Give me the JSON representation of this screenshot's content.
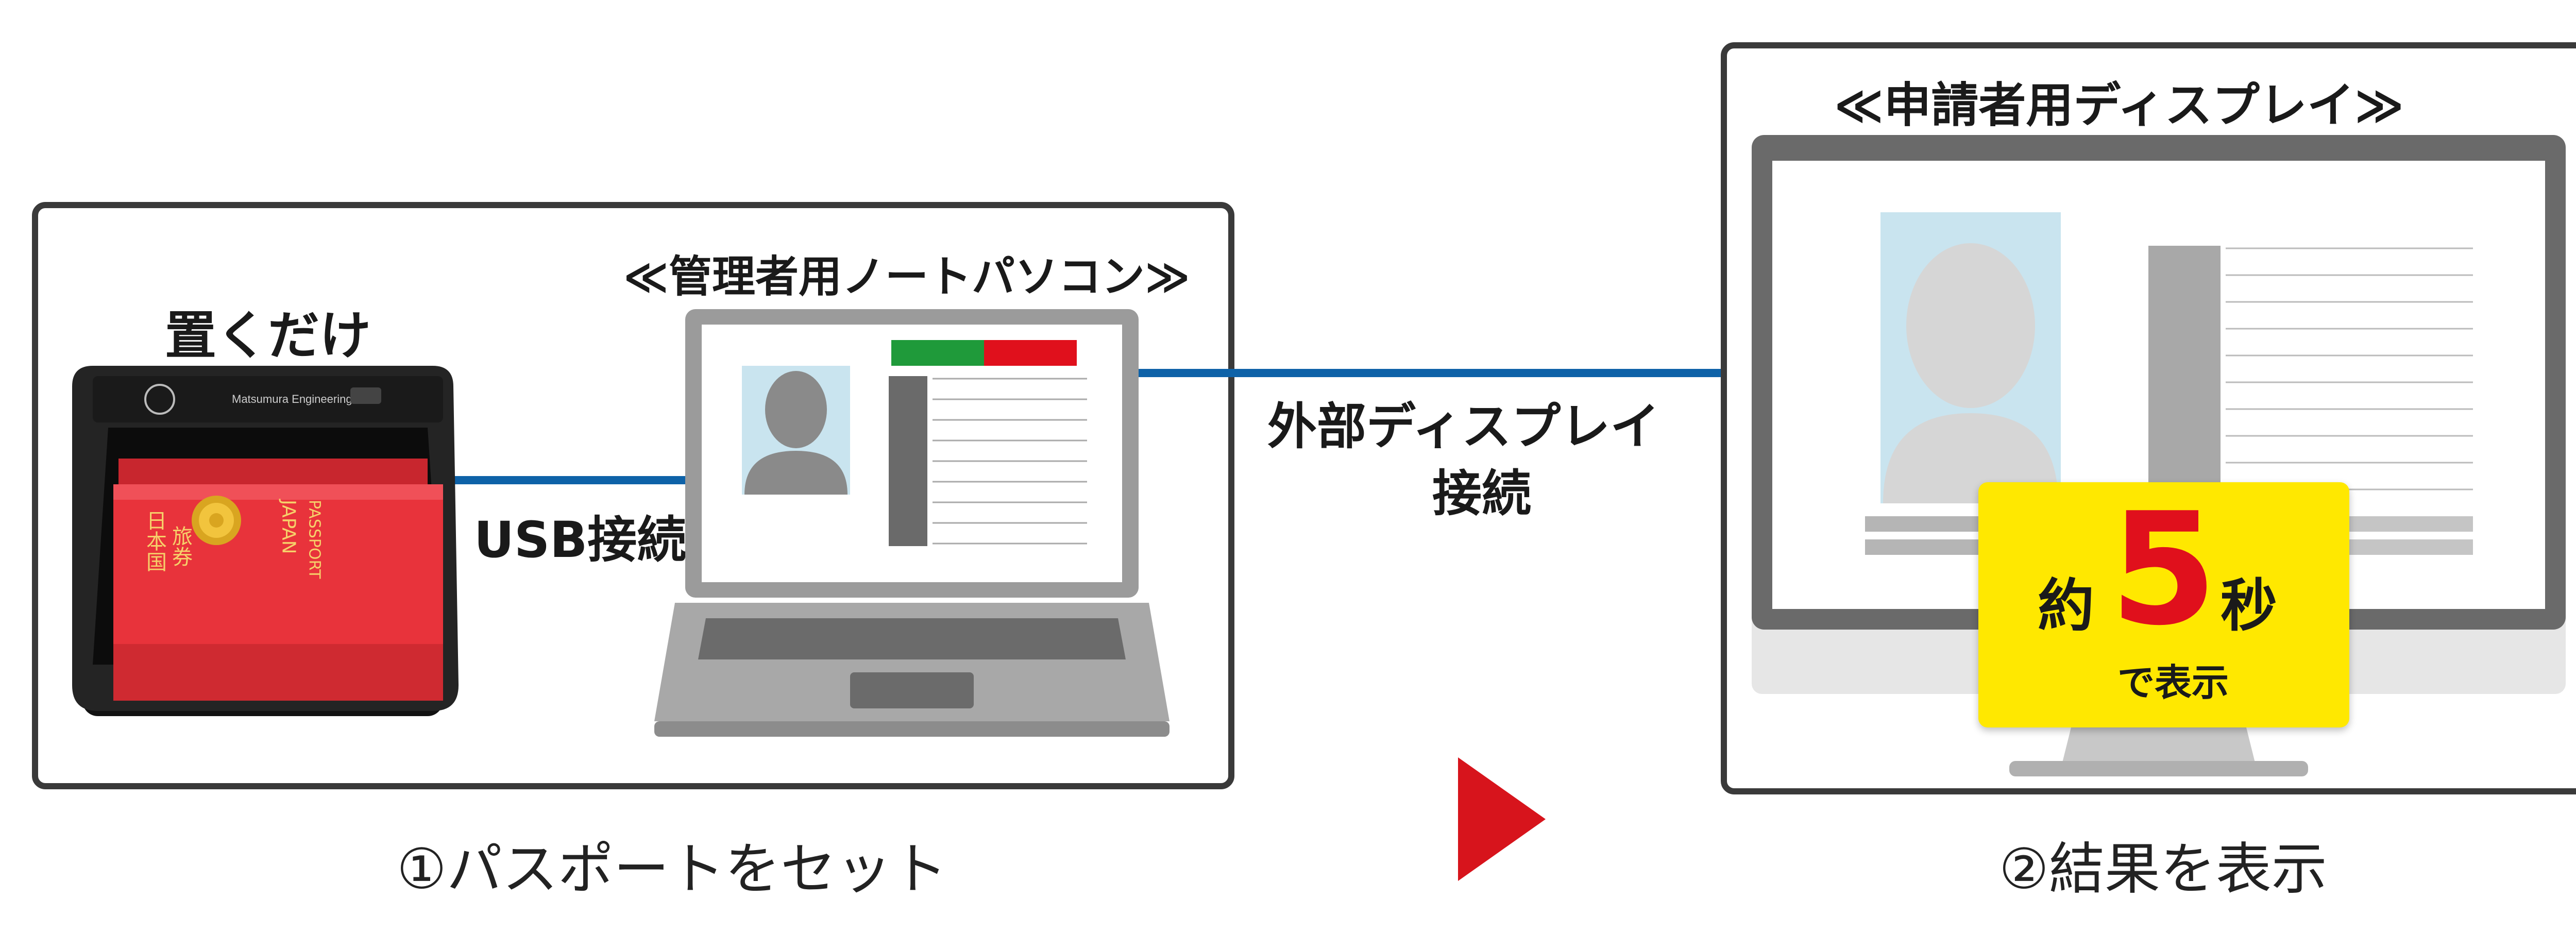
{
  "step1": {
    "device_label": "置くだけ",
    "device_brand": "Matsumura Engineering",
    "passport_text_vertical_1": "日本国",
    "passport_text_vertical_2": "旅券",
    "passport_text_japan": "JAPAN",
    "passport_text_passport": "PASSPORT",
    "usb_label": "USB接続",
    "laptop_title": "≪管理者用ノートパソコン≫",
    "caption": "①パスポートをセット"
  },
  "connection": {
    "line1": "外部ディスプレイ",
    "line2": "接続"
  },
  "step2": {
    "display_title": "≪申請者用ディスプレイ≫",
    "badge_prefix": "約",
    "badge_number": "5",
    "badge_suffix": "秒",
    "badge_sub": "で表示",
    "caption": "②結果を表示"
  },
  "colors": {
    "cable": "#0e62a8",
    "status_green": "#1f9a3a",
    "status_red": "#e0101c",
    "badge_yellow": "#ffe800",
    "badge_number": "#e0101c",
    "arrow_red": "#d7141c",
    "photo_bg": "#c9e4ef"
  }
}
